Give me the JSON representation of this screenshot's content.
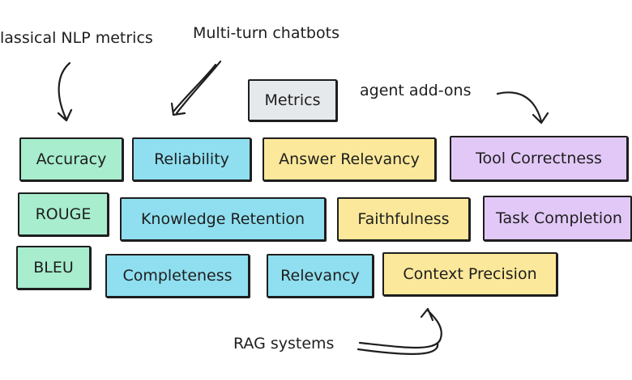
{
  "annotations": {
    "classical_nlp": "lassical NLP metrics",
    "multi_turn": "Multi-turn chatbots",
    "agent_addons": "agent add-ons",
    "rag_systems": "RAG systems"
  },
  "header_box": "Metrics",
  "boxes": {
    "accuracy": "Accuracy",
    "reliability": "Reliability",
    "answer_relevancy": "Answer Relevancy",
    "tool_correctness": "Tool Correctness",
    "rouge": "ROUGE",
    "knowledge_retention": "Knowledge Retention",
    "faithfulness": "Faithfulness",
    "task_completion": "Task Completion",
    "bleu": "BLEU",
    "completeness": "Completeness",
    "relevancy": "Relevancy",
    "context_precision": "Context Precision"
  },
  "colors": {
    "classical_nlp": "#a7edce",
    "multi_turn": "#8fdff0",
    "rag": "#fbe89a",
    "agent": "#e2c8f7",
    "header": "#e6e9eb",
    "stroke": "#1e1e1e"
  }
}
